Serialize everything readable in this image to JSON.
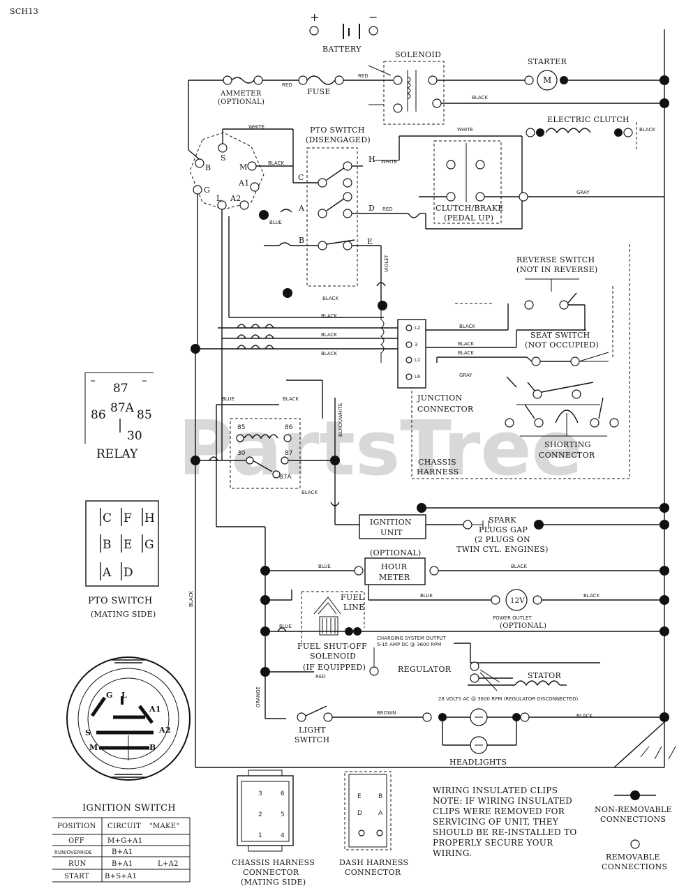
{
  "sheet_id": "SCH13",
  "watermark": "PartsTree",
  "battery": {
    "label": "BATTERY",
    "plus": "+",
    "minus": "−"
  },
  "solenoid": {
    "label": "SOLENOID"
  },
  "starter": {
    "label": "STARTER",
    "symbol": "M"
  },
  "ammeter": {
    "label": "AMMETER",
    "sub": "(OPTIONAL)"
  },
  "fuse": {
    "label": "FUSE"
  },
  "electric_clutch": {
    "label": "ELECTRIC CLUTCH"
  },
  "pto_switch": {
    "label": "PTO SWITCH",
    "sub": "(DISENGAGED)",
    "terminals": [
      "H",
      "C",
      "A",
      "D",
      "B",
      "E"
    ]
  },
  "clutch_brake": {
    "label": "CLUTCH/BRAKE",
    "sub": "(PEDAL UP)"
  },
  "ign_terminals": [
    "S",
    "B",
    "M",
    "G",
    "A1",
    "L",
    "A2"
  ],
  "reverse_switch": {
    "label": "REVERSE SWITCH",
    "sub": "(NOT IN REVERSE)"
  },
  "seat_switch": {
    "label": "SEAT SWITCH",
    "sub": "(NOT OCCUPIED)"
  },
  "junction": {
    "label1": "JUNCTION",
    "label2": "CONNECTOR",
    "pins": [
      "L2",
      "3",
      "L1",
      "L6"
    ]
  },
  "shorting": {
    "label1": "SHORTING",
    "label2": "CONNECTOR"
  },
  "chassis_harness": {
    "label1": "CHASSIS",
    "label2": "HARNESS"
  },
  "relay_diagram": {
    "title": "RELAY",
    "pins": [
      "87",
      "86",
      "87A",
      "85",
      "30"
    ]
  },
  "relay_pins": [
    "85",
    "86",
    "30",
    "87",
    "87A"
  ],
  "pto_mating": {
    "title": "PTO SWITCH",
    "sub": "(MATING SIDE)",
    "letters": [
      "C",
      "F",
      "H",
      "B",
      "E",
      "G",
      "A",
      "D"
    ]
  },
  "ignition_unit": {
    "label1": "IGNITION",
    "label2": "UNIT"
  },
  "spark_plugs": {
    "l1": "SPARK",
    "l2": "PLUGS GAP",
    "l3": "(2 PLUGS ON",
    "l4": "TWIN CYL. ENGINES)"
  },
  "hour_meter": {
    "opt": "(OPTIONAL)",
    "l1": "HOUR",
    "l2": "METER"
  },
  "fuel_line": {
    "l1": "FUEL",
    "l2": "LINE"
  },
  "power_outlet": {
    "symbol": "12V",
    "l1": "POWER OUTLET",
    "l2": "(OPTIONAL)"
  },
  "fuel_solenoid": {
    "l1": "FUEL SHUT-OFF",
    "l2": "SOLENOID",
    "l3": "(IF EQUIPPED)"
  },
  "charging": {
    "l1": "CHARGING SYSTEM OUTPUT",
    "l2": "5-15 AMP DC @ 3600 RPM"
  },
  "regulator": {
    "label": "REGULATOR"
  },
  "stator": {
    "label": "STATOR",
    "note": "28 VOLTS AC @ 3600 RPM (REGULATOR DISCONNECTED)"
  },
  "light_switch": {
    "l1": "LIGHT",
    "l2": "SWITCH"
  },
  "headlights": {
    "label": "HEADLIGHTS"
  },
  "ign_switch": {
    "title": "IGNITION SWITCH",
    "face": [
      "G",
      "L",
      "A1",
      "A2",
      "S",
      "M",
      "B"
    ],
    "table": {
      "headers": [
        "POSITION",
        "CIRCUIT",
        "\"MAKE\""
      ],
      "rows": [
        [
          "OFF",
          "M+G+A1",
          ""
        ],
        [
          "RUN/OVERRIDE",
          "B+A1",
          ""
        ],
        [
          "RUN",
          "B+A1",
          "L+A2"
        ],
        [
          "START",
          "B+S+A1",
          ""
        ]
      ]
    }
  },
  "chassis_conn": {
    "l1": "CHASSIS HARNESS",
    "l2": "CONNECTOR",
    "l3": "(MATING SIDE)",
    "pins": [
      "3",
      "6",
      "2",
      "5",
      "1",
      "4"
    ]
  },
  "dash_conn": {
    "l1": "DASH HARNESS",
    "l2": "CONNECTOR",
    "pins": [
      "E",
      "B",
      "D",
      "A"
    ]
  },
  "note": {
    "lines": [
      "WIRING INSULATED CLIPS",
      "NOTE: IF WIRING INSULATED",
      "CLIPS WERE REMOVED FOR",
      "SERVICING OF UNIT, THEY",
      "SHOULD BE RE-INSTALLED TO",
      "PROPERLY SECURE YOUR",
      "WIRING."
    ]
  },
  "legend": {
    "nonremovable": [
      "NON-REMOVABLE",
      "CONNECTIONS"
    ],
    "removable": [
      "REMOVABLE",
      "CONNECTIONS"
    ]
  },
  "wire_colors": {
    "red": "RED",
    "black": "BLACK",
    "white": "WHITE",
    "blue": "BLUE",
    "gray": "GRAY",
    "violet": "VIOLET",
    "black_white": "BLACK/WHITE",
    "brown": "BROWN",
    "orange": "ORANGE"
  }
}
